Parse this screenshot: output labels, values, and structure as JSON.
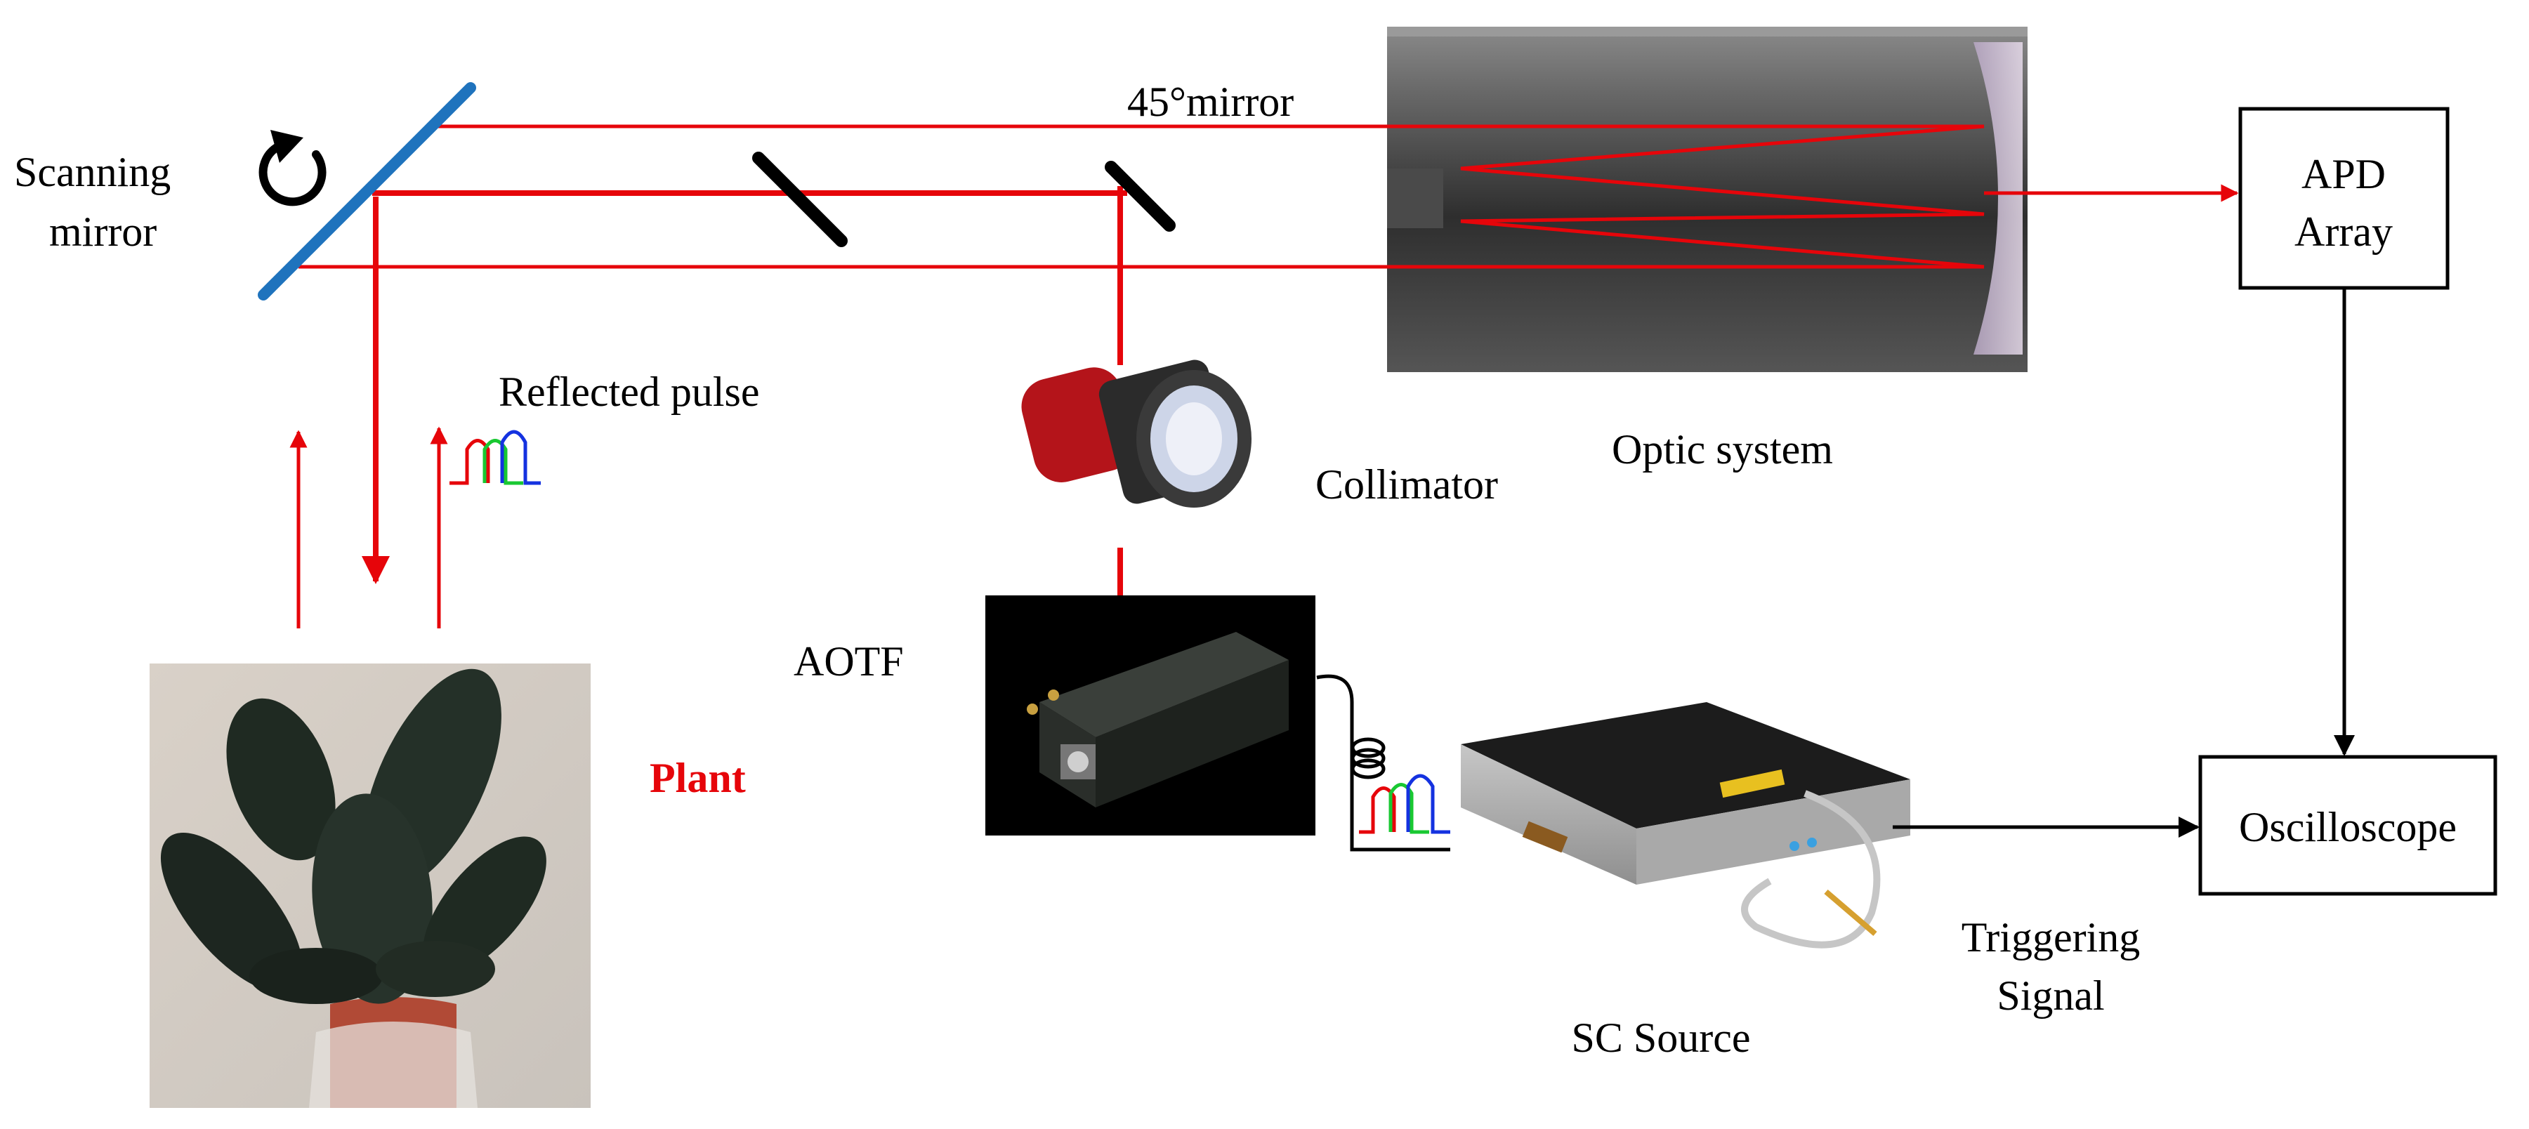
{
  "labels": {
    "scanning_mirror_line1": "Scanning",
    "scanning_mirror_line2": "mirror",
    "mirror_45": "45°mirror",
    "reflected_pulse": "Reflected pulse",
    "collimator": "Collimator",
    "optic_system": "Optic system",
    "aotf": "AOTF",
    "plant": "Plant",
    "apd_line1": "APD",
    "apd_line2": "Array",
    "oscilloscope": "Oscilloscope",
    "triggering_line1": "Triggering",
    "triggering_line2": "Signal",
    "sc_source": "SC Source"
  },
  "colors": {
    "beam": "#e6050a",
    "scan_mirror": "#1f73bd",
    "pulse_red": "#e6050a",
    "pulse_green": "#19c832",
    "pulse_blue": "#1432e0",
    "plant_label": "#e6050a"
  },
  "icons": {
    "rotation": "rotation-arrow-icon",
    "plant_photo": "plant-photo",
    "collimator_photo": "collimator-lens-photo",
    "aotf_photo": "aotf-device-photo",
    "sc_source_photo": "sc-source-device-photo",
    "optic_system_photo": "optic-telescope-photo"
  }
}
